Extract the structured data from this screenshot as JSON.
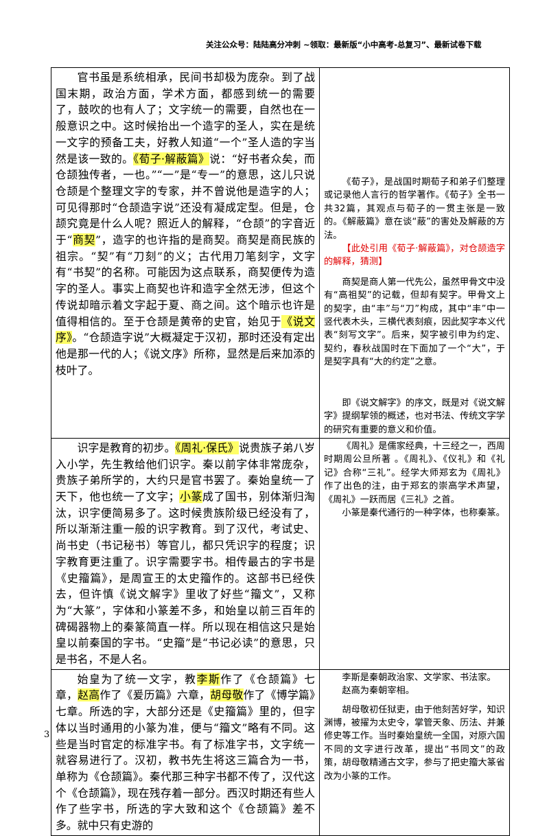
{
  "header": "关注公众号：陆陆高分冲刺 ~领取：最新版“小中高考-总复习”、最新试卷下载",
  "page_number": "3",
  "rows": [
    {
      "left": [
        {
          "t": "官书虽是系统相承，民间书却极为庞杂。到了战国末期，政治方面，学术方面，都感到统一的需要了，鼓吹的也有人了；文字统一的需要，自然也在一般意识之中。这时候抬出一个造字的圣人，实在是统一文字的预备工夫，好教人知道“一个”圣人造的字当然是该一致的。"
        },
        {
          "t": "《",
          "hl": true
        },
        {
          "t": "荀子",
          "hl": true
        },
        {
          "t": "·解蔽篇》",
          "hl": true
        },
        {
          "t": "说：“好书者众矣，而仓颉独传者，一也。”“一”是“专一”的意思，这儿只说仓颉是个整理文字的专家，并不曾说他是造字的人；可见得那时“仓颉造字说”还没有凝成定型。但是，仓颉究竟是什么人呢？照近人的解释，“仓颉”的字音近于“"
        },
        {
          "t": "商契",
          "hl": true
        },
        {
          "t": "”，造字的也许指的是商契。商契是商民族的祖宗。“契”有“刀刻”的义；古代用刀笔刻字，文字有“书契”的名称。可能因为这点联系，商契便传为造字的圣人。事实上商契也许和造字全然无涉，但这个传说却暗示着文字起于夏、商之间。这个暗示也许是值得相信的。至于仓颉是黄帝的史官，始见于"
        },
        {
          "t": "《说文序》",
          "hl": true
        },
        {
          "t": "。“仓颉造字说”大概凝定于汉初，那时还没有定出他是那一代的人；《说文序》所称，显然是后来加添的枝叶了。"
        }
      ],
      "right": [
        {
          "t": "《荀子》，是战国时期荀子和弟子们整理或记录他人言行的哲学著作。《荀子》全书一共32篇，其观点与荀子的一贯主张是一致的。《解蔽篇》意在谈“蔽”的害处及解蔽的方法。"
        },
        {
          "t": "【此处引用《荀子·解蔽篇》，对仓颉造字的解释，猜测】",
          "red": true
        },
        {
          "t": "商契是商人第一代先公，虽然甲骨文中没有“高祖契”的记载，但却有契字。甲骨文上的契字，由“丰”与“刀”构成，其中“丰”中一竖代表木头，三横代表刻痕，因此契字本义代表“刻写文字”。后来，契字被引申为约定、契约，春秋战国时在下面加了一个“大”，于是契字具有“大的约定”之意。"
        },
        {
          "t": "即《说文解字》的序文，既是对《说文解字》提纲挈领的概述，也对书法、传统文字学的研究有重要的意义和价值。"
        }
      ]
    },
    {
      "left": [
        {
          "t": "识字是教育的初步。"
        },
        {
          "t": "《周礼·保氏》",
          "hl": true
        },
        {
          "t": "说贵族子弟八岁入小学，先生教给他们识字。秦以前字体非常庞杂，贵族子弟所学的，大约只是官书罢了。秦始皇统一了天下，他也统一了文字；"
        },
        {
          "t": "小篆",
          "hl": true
        },
        {
          "t": "成了国书，别体渐归淘汰，识字便简易多了。这时候贵族阶级已经没有了，所以渐渐注重一般的识字教育。到了汉代，考试史、尚书史（书记秘书）等官儿，都只凭识字的程度；识字教育更注重了。识字需要字书。相传最古的字书是《史籀篇》，是周宣王的太史籀作的。这部书已经佚去，但许慎《说文解字》里收了好些“籀文”，又称为“大篆”，字体和小篆差不多，和始皇以前三百年的碑碣器物上的秦篆简直一样。所以现在相信这只是始皇以前秦国的字书。“史籀”是“书记必读”的意思，只是书名，不是人名。"
        }
      ],
      "right": [
        {
          "t": "《周礼》是儒家经典，十三经之一，西周时期周公旦所著 。《周礼》、《仪礼》和《礼记》合称“三礼”。经学大师郑玄为《周礼》作了出色的注，由于郑玄的崇高学术声望，《周礼》一跃而居《三礼》之首。"
        },
        {
          "t": "小篆是秦代通行的一种字体，也称秦篆。"
        }
      ]
    },
    {
      "left": [
        {
          "t": "始皇为了统一文字，教"
        },
        {
          "t": "李斯",
          "hl": true
        },
        {
          "t": "作了《仓颉篇》七章，"
        },
        {
          "t": "赵高",
          "hl": true
        },
        {
          "t": "作了《爰历篇》六章，"
        },
        {
          "t": "胡母敬",
          "hl": true
        },
        {
          "t": "作了《博学篇》七章。所选的字，大部分还是《史籀篇》里的，但字体以当时通用的小篆为准，便与“籀文”略有不同。这些是当时官定的标准字书。有了标准字书，文字统一就容易进行了。汉初，教书先生将这三篇合为一书，单称为《仓颉篇》。秦代那三种字书都不传了，汉代这个《仓颉篇》，现在残存着一部分。西汉时期还有些人作了些字书，所选的字大致和这个《仓颉篇》差不多。就中只有史游的"
        }
      ],
      "right": [
        {
          "t": "李斯是秦朝政治家、文学家、书法家。"
        },
        {
          "t": "赵高为秦朝宰相。"
        },
        {
          "t": "胡母敬初任狱吏，由于他刻苦好学，知识渊博，被擢为太史令，掌管天象、历法、并兼修史等工作。当时秦始皇统一全国，对原六国不同的文字进行改革，提出“书同文”的政策，胡母敬精通古文字，参与了把史籀大篆省改为小篆的工作。"
        }
      ]
    }
  ]
}
